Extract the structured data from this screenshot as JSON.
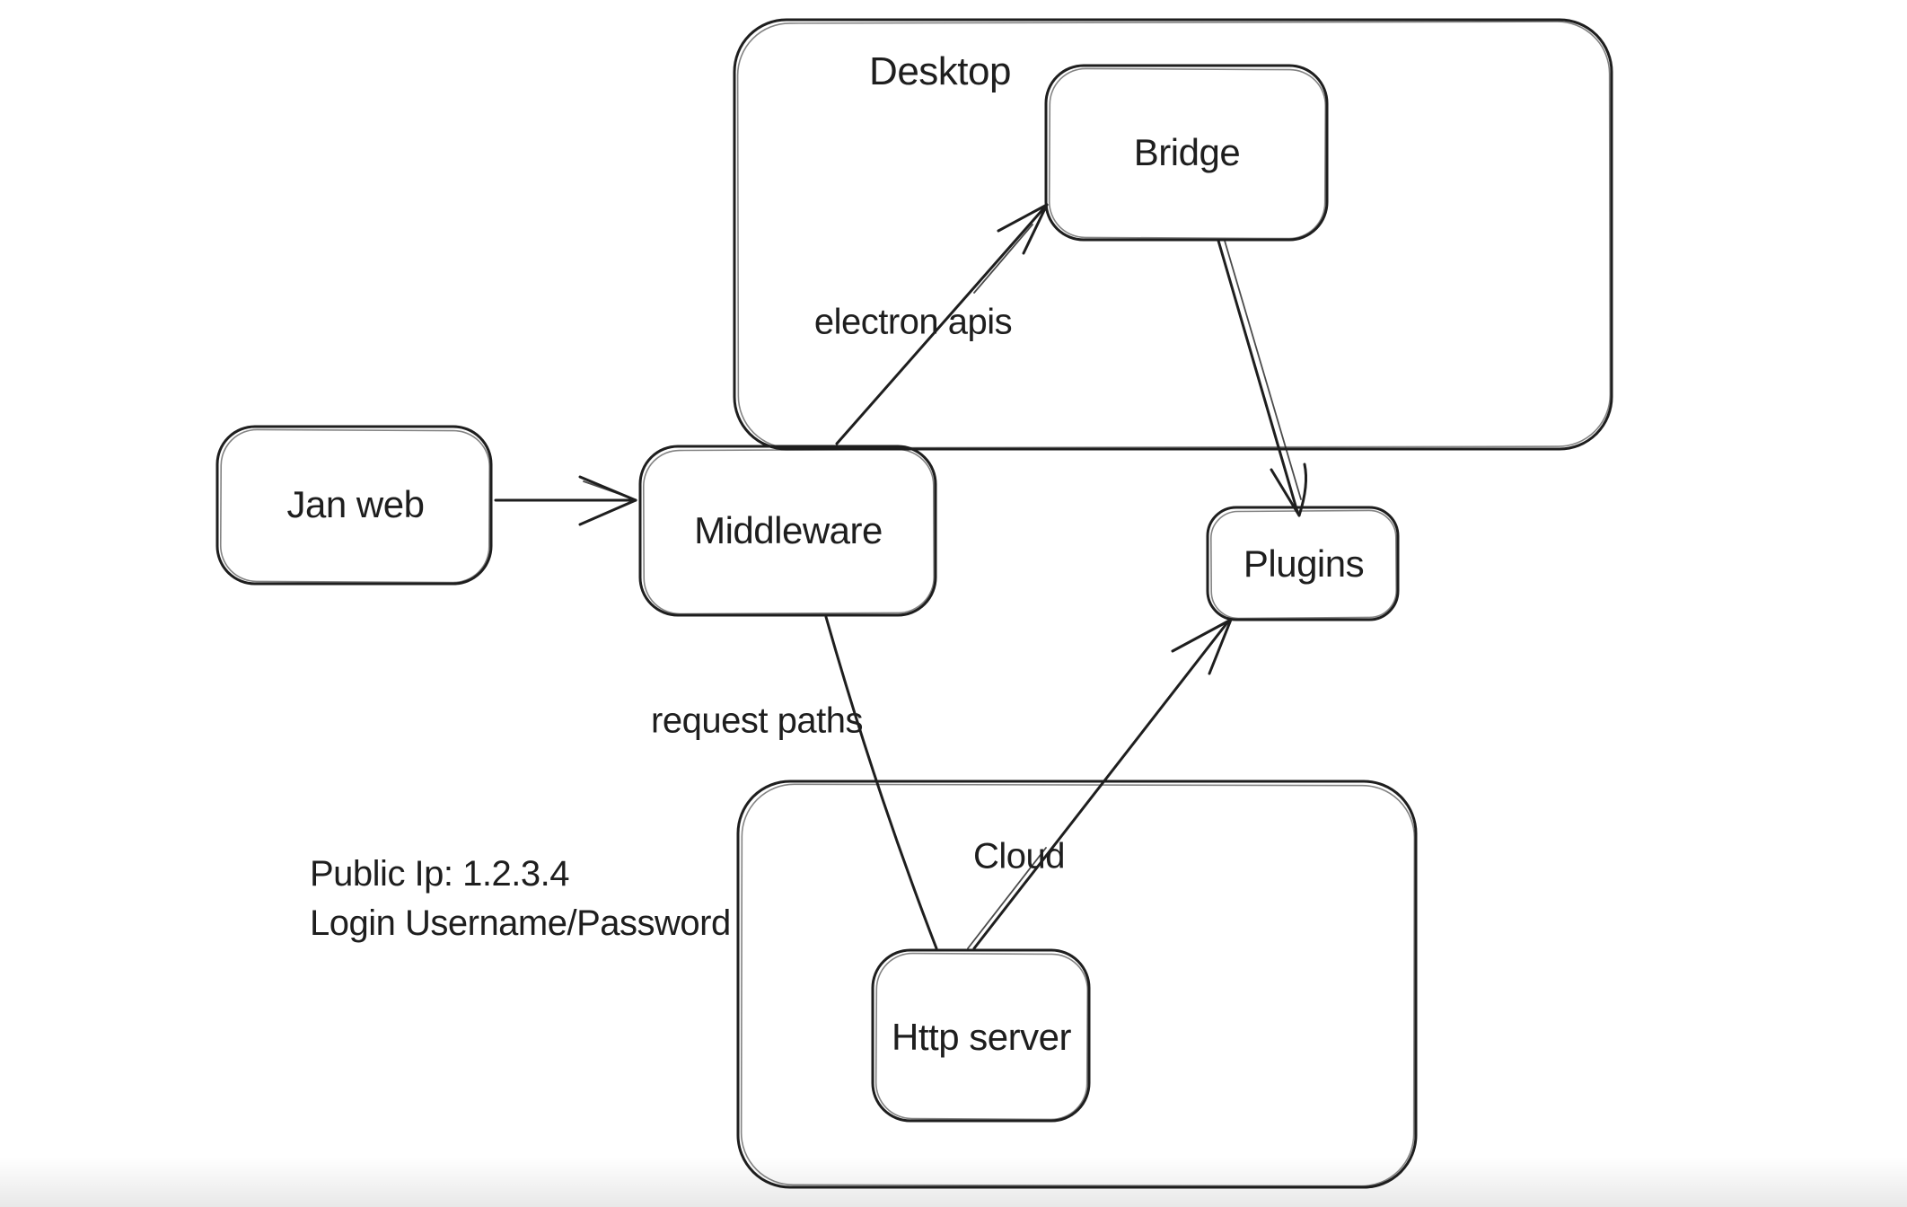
{
  "canvas": {
    "background": "#ffffff",
    "stroke_color": "#1e1e1e"
  },
  "containers": {
    "desktop": {
      "label": "Desktop"
    },
    "cloud": {
      "label": "Cloud"
    }
  },
  "nodes": {
    "jan_web": {
      "label": "Jan web"
    },
    "middleware": {
      "label": "Middleware"
    },
    "bridge": {
      "label": "Bridge"
    },
    "plugins": {
      "label": "Plugins"
    },
    "http_server": {
      "label": "Http server"
    }
  },
  "edges": {
    "electron_apis": {
      "label": "electron apis"
    },
    "request_paths": {
      "label": "request paths"
    }
  },
  "annotations": {
    "public_ip": "Public Ip: 1.2.3.4",
    "login": "Login Username/Password"
  }
}
